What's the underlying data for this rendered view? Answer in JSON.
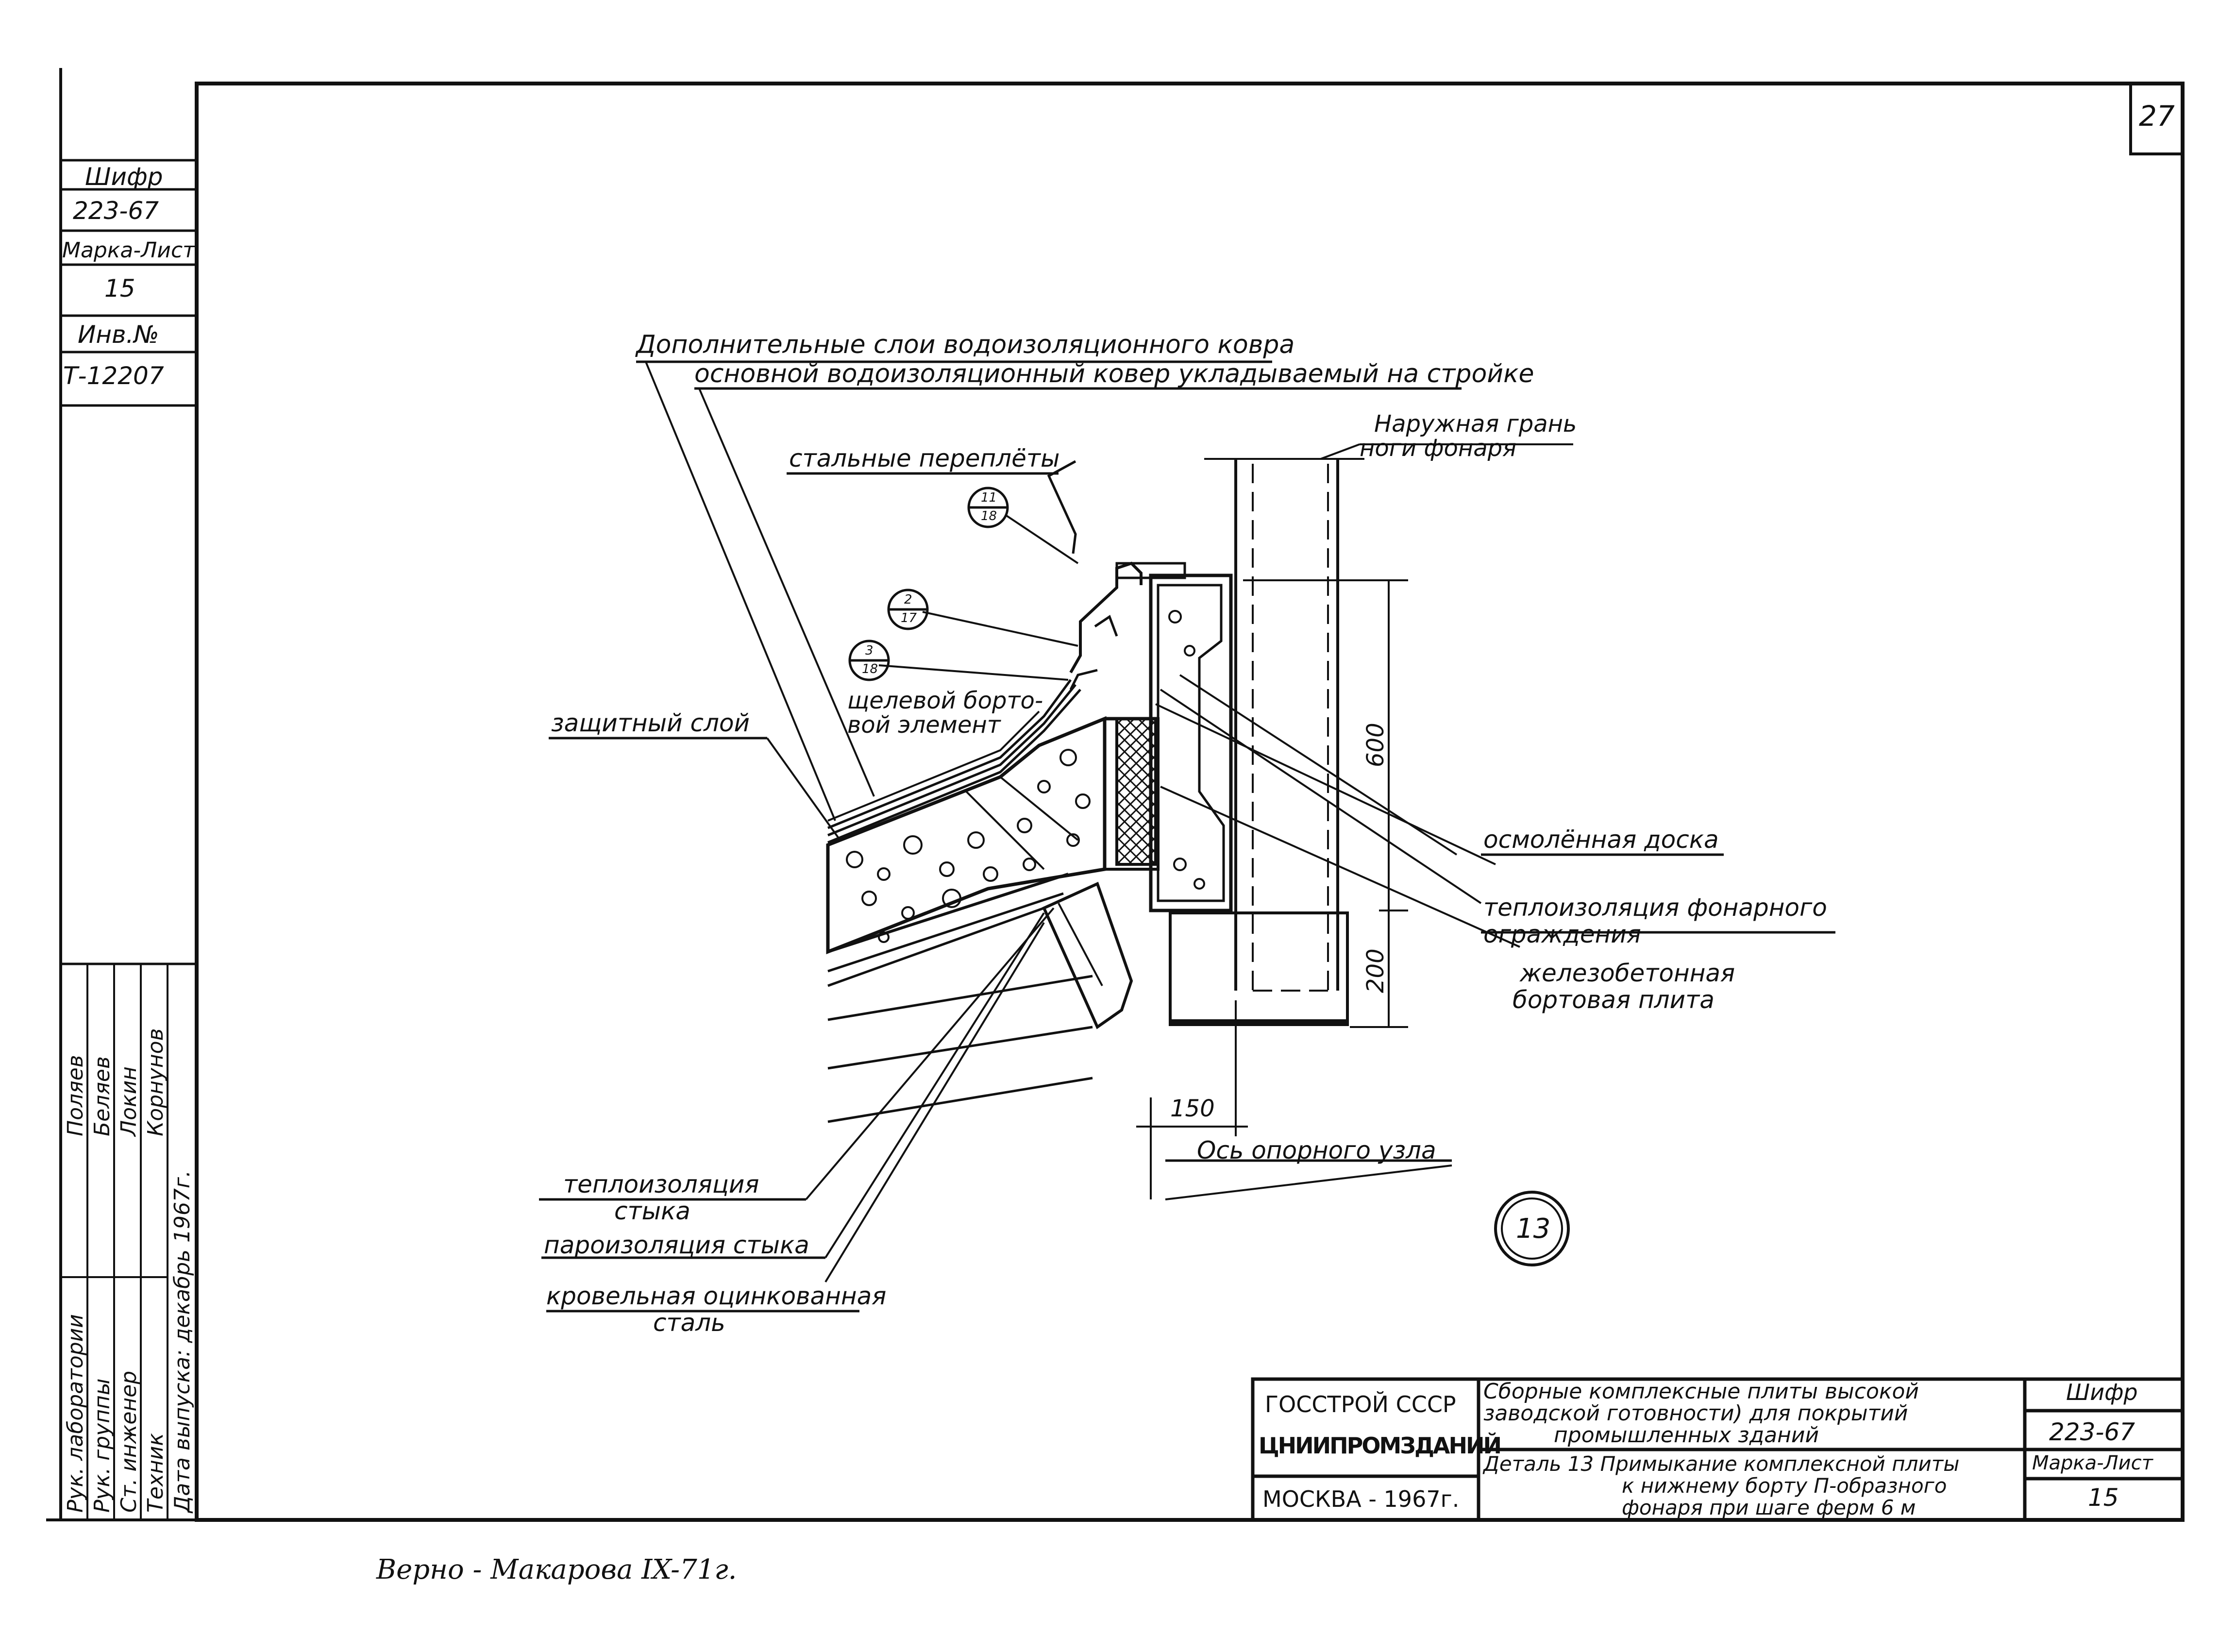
{
  "sheet_number": "27",
  "side_stamp": {
    "cipher_label": "Шифр",
    "cipher_value": "223-67",
    "mark_label": "Марка-Лист",
    "mark_value": "15",
    "inv_label": "Инв.№",
    "inv_value": "Т-12207"
  },
  "approvals": {
    "roles": [
      "Рук. лаборатории",
      "Рук. группы",
      "Ст. инженер",
      "Техник",
      "Дата выпуска: декабрь 1967г."
    ],
    "names": [
      "Поляев",
      "Беляев",
      "Локин",
      "Корнунов"
    ]
  },
  "labels": {
    "extra_layers": "Дополнительные слои водоизоляционного ковра",
    "main_carpet": "основной водоизоляционный ковер укладываемый на стройке",
    "steel_bindings": "стальные переплёты",
    "outer_face_1": "Наружная грань",
    "outer_face_2": "ноги фонаря",
    "slot_element_1": "щелевой борто-",
    "slot_element_2": "вой элемент",
    "protective_layer": "защитный слой",
    "antiseptic_board": "осмолённая доска",
    "lantern_insulation_1": "теплоизоляция фонарного",
    "lantern_insulation_2": "ограждения",
    "rc_slab_1": "железобетонная",
    "rc_slab_2": "бортовая плита",
    "joint_insulation_1": "теплоизоляция",
    "joint_insulation_2": "стыка",
    "vapor_barrier": "пароизоляция стыка",
    "galvanized_1": "кровельная оцинкованная",
    "galvanized_2": "сталь",
    "support_axis": "Ось опорного узла"
  },
  "dimensions": {
    "d600": "600",
    "d200": "200",
    "d150": "150"
  },
  "callouts": [
    {
      "top": "11",
      "bottom": "18"
    },
    {
      "top": "2",
      "bottom": "17"
    },
    {
      "top": "3",
      "bottom": "18"
    }
  ],
  "detail_number": "13",
  "title_block": {
    "org": "ГОССТРОЙ СССР",
    "institute": "ЦНИИПРОМЗДАНИЙ",
    "city": "МОСКВА - 1967г.",
    "title_1": "Сборные комплексные плиты высокой",
    "title_2": "заводской готовности) для покрытий",
    "title_3": "промышленных зданий",
    "detail_1": "Деталь 13 Примыкание комплексной плиты",
    "detail_2": "к нижнему борту П-образного",
    "detail_3": "фонаря при шаге ферм 6 м",
    "cipher_label": "Шифр",
    "cipher_value": "223-67",
    "mark_label": "Марка-Лист",
    "mark_value": "15"
  },
  "footnote": "Верно - Макарова IX-71г."
}
